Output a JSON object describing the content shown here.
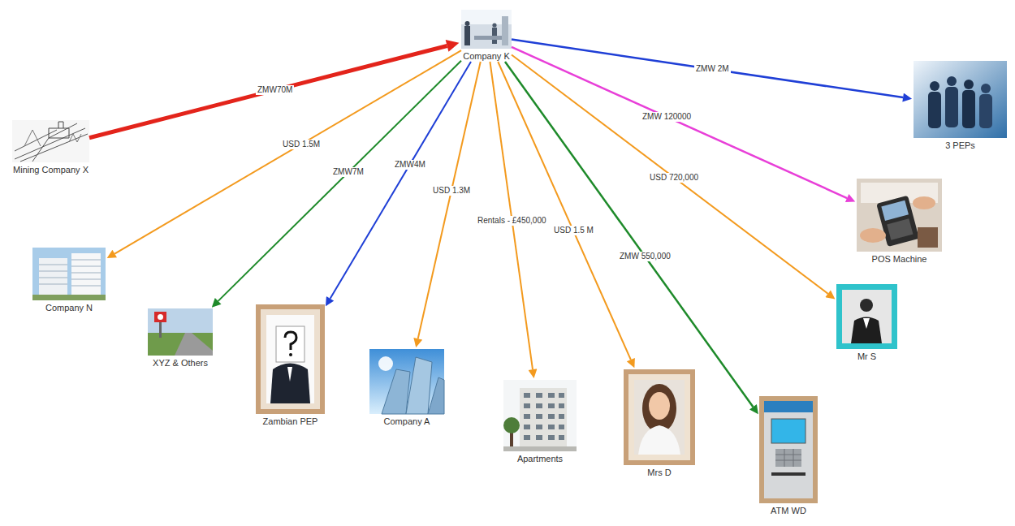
{
  "diagram": {
    "nodes": [
      {
        "text": [
          "Company K"
        ]
      },
      {
        "text": [
          "Mining Company X"
        ]
      },
      {
        "text": [
          "3 PEPs"
        ]
      },
      {
        "text": [
          "POS Machine"
        ]
      },
      {
        "text": [
          "Company N"
        ]
      },
      {
        "text": [
          "Mr S"
        ]
      },
      {
        "text": [
          "XYZ & Others"
        ]
      },
      {
        "text": [
          "Zambian PEP"
        ]
      },
      {
        "text": [
          "Company A"
        ]
      },
      {
        "text": [
          "Apartments"
        ]
      },
      {
        "text": [
          "Mrs D"
        ]
      },
      {
        "text": [
          "ATM WD"
        ]
      }
    ],
    "edges": [
      {
        "from": 1,
        "to": 0,
        "arrow": "to",
        "label": "ZMW70M"
      },
      {
        "from": 0,
        "to": 4,
        "arrow": "to",
        "label": "USD 1.5M"
      },
      {
        "from": 0,
        "to": 6,
        "arrow": "to",
        "label": "ZMW7M"
      },
      {
        "from": 0,
        "to": 7,
        "arrow": "to",
        "label": "ZMW4M"
      },
      {
        "from": 0,
        "to": 8,
        "arrow": "to",
        "label": "USD 1.3M"
      },
      {
        "from": 0,
        "to": 9,
        "arrow": "to",
        "label": "Rentals - £450,000"
      },
      {
        "from": 0,
        "to": 10,
        "arrow": "to",
        "label": "USD 1.5 M"
      },
      {
        "from": 0,
        "to": 11,
        "arrow": "to",
        "label": "ZMW 550,000"
      },
      {
        "from": 0,
        "to": 5,
        "arrow": "to",
        "label": "USD 720,000"
      },
      {
        "from": 0,
        "to": 3,
        "arrow": "to",
        "label": "ZMW 120000"
      },
      {
        "from": 0,
        "to": 2,
        "arrow": "to",
        "label": "ZMW 2M"
      }
    ]
  }
}
